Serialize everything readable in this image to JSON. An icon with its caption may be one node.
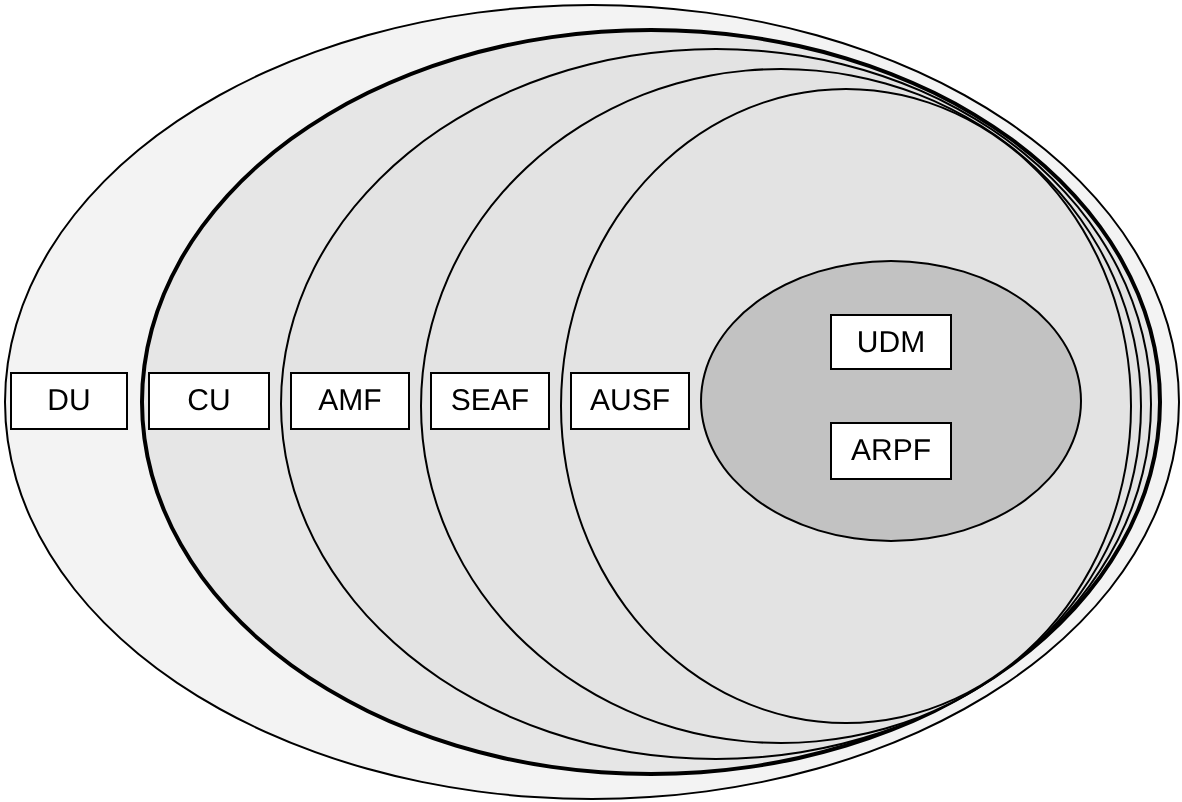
{
  "diagram": {
    "nodes": [
      {
        "text": [],
        "shape": "ellipse"
      },
      {
        "text": [
          "DU"
        ],
        "in": 0
      },
      {
        "text": [],
        "shape": "ellipse",
        "in": 0
      },
      {
        "text": [
          "CU"
        ],
        "in": 2
      },
      {
        "text": [],
        "shape": "ellipse",
        "in": 2
      },
      {
        "text": [
          "AMF"
        ],
        "in": 4
      },
      {
        "text": [],
        "shape": "ellipse",
        "in": 4
      },
      {
        "text": [
          "SEAF"
        ],
        "in": 6
      },
      {
        "text": [],
        "shape": "ellipse",
        "in": 6
      },
      {
        "text": [
          "AUSF"
        ],
        "in": 8
      },
      {
        "text": [],
        "shape": "ellipse",
        "in": 8
      },
      {
        "text": [
          "UDM"
        ],
        "in": 10
      },
      {
        "text": [
          "ARPF"
        ],
        "in": 10
      }
    ]
  }
}
